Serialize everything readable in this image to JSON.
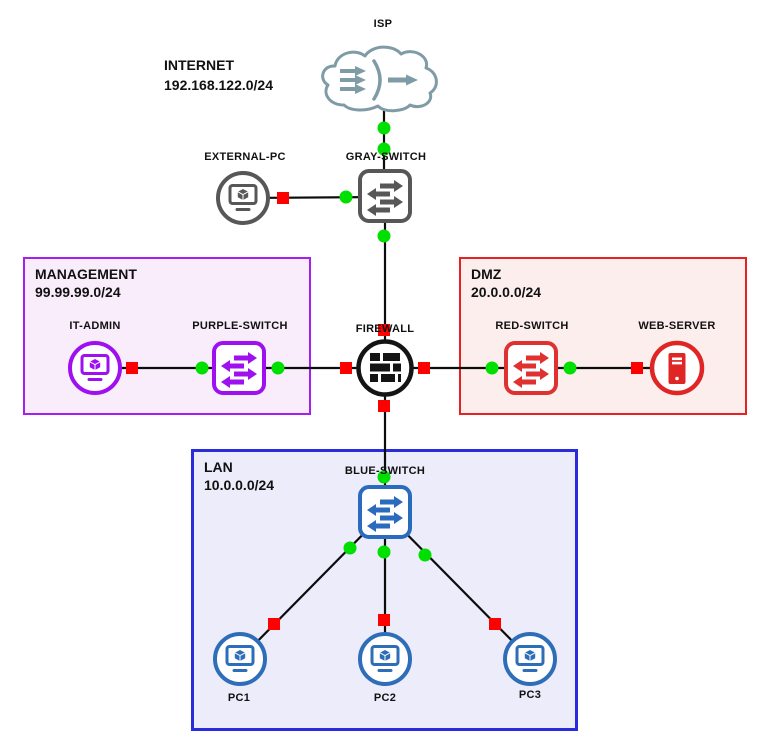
{
  "internet": {
    "name": "INTERNET",
    "subnet": "192.168.122.0/24"
  },
  "zones": {
    "management": {
      "name": "MANAGEMENT",
      "subnet": "99.99.99.0/24",
      "border_color": "#a520f0",
      "fill_color": "#f9edfc"
    },
    "dmz": {
      "name": "DMZ",
      "subnet": "20.0.0.0/24",
      "border_color": "#e42222",
      "fill_color": "#fdeeee"
    },
    "lan": {
      "name": "LAN",
      "subnet": "10.0.0.0/24",
      "border_color": "#2b2bde",
      "fill_color": "#ececfa"
    }
  },
  "nodes": {
    "isp": {
      "label": "ISP",
      "type": "cloud",
      "color": "#7e9ba6"
    },
    "external_pc": {
      "label": "EXTERNAL-PC",
      "type": "pc",
      "color": "#575757"
    },
    "gray_switch": {
      "label": "GRAY-SWITCH",
      "type": "switch",
      "color": "#575757"
    },
    "it_admin": {
      "label": "IT-ADMIN",
      "type": "pc",
      "color": "#9e10f0"
    },
    "purple_switch": {
      "label": "PURPLE-SWITCH",
      "type": "switch",
      "color": "#9e10f0"
    },
    "firewall": {
      "label": "FIREWALL",
      "type": "firewall",
      "color": "#141414"
    },
    "red_switch": {
      "label": "RED-SWITCH",
      "type": "switch",
      "color": "#e03131"
    },
    "web_server": {
      "label": "WEB-SERVER",
      "type": "server",
      "color": "#e02525"
    },
    "blue_switch": {
      "label": "BLUE-SWITCH",
      "type": "switch",
      "color": "#2a6bbd"
    },
    "pc1": {
      "label": "PC1",
      "type": "pc",
      "color": "#2e6db8"
    },
    "pc2": {
      "label": "PC2",
      "type": "pc",
      "color": "#2e6db8"
    },
    "pc3": {
      "label": "PC3",
      "type": "pc",
      "color": "#2e6db8"
    }
  },
  "status": {
    "up_color": "#00e000",
    "down_color": "#ff0000"
  },
  "links": [
    {
      "from": "ISP",
      "to": "GRAY-SWITCH",
      "from_status": "up",
      "to_status": "up"
    },
    {
      "from": "EXTERNAL-PC",
      "to": "GRAY-SWITCH",
      "from_status": "down",
      "to_status": "up"
    },
    {
      "from": "GRAY-SWITCH",
      "to": "FIREWALL",
      "from_status": "up",
      "to_status": "down"
    },
    {
      "from": "IT-ADMIN",
      "to": "PURPLE-SWITCH",
      "from_status": "down",
      "to_status": "up"
    },
    {
      "from": "PURPLE-SWITCH",
      "to": "FIREWALL",
      "from_status": "up",
      "to_status": "down"
    },
    {
      "from": "FIREWALL",
      "to": "RED-SWITCH",
      "from_status": "down",
      "to_status": "up"
    },
    {
      "from": "RED-SWITCH",
      "to": "WEB-SERVER",
      "from_status": "up",
      "to_status": "down"
    },
    {
      "from": "FIREWALL",
      "to": "BLUE-SWITCH",
      "from_status": "down",
      "to_status": "up"
    },
    {
      "from": "BLUE-SWITCH",
      "to": "PC1",
      "from_status": "up",
      "to_status": "down"
    },
    {
      "from": "BLUE-SWITCH",
      "to": "PC2",
      "from_status": "up",
      "to_status": "down"
    },
    {
      "from": "BLUE-SWITCH",
      "to": "PC3",
      "from_status": "up",
      "to_status": "down"
    }
  ]
}
